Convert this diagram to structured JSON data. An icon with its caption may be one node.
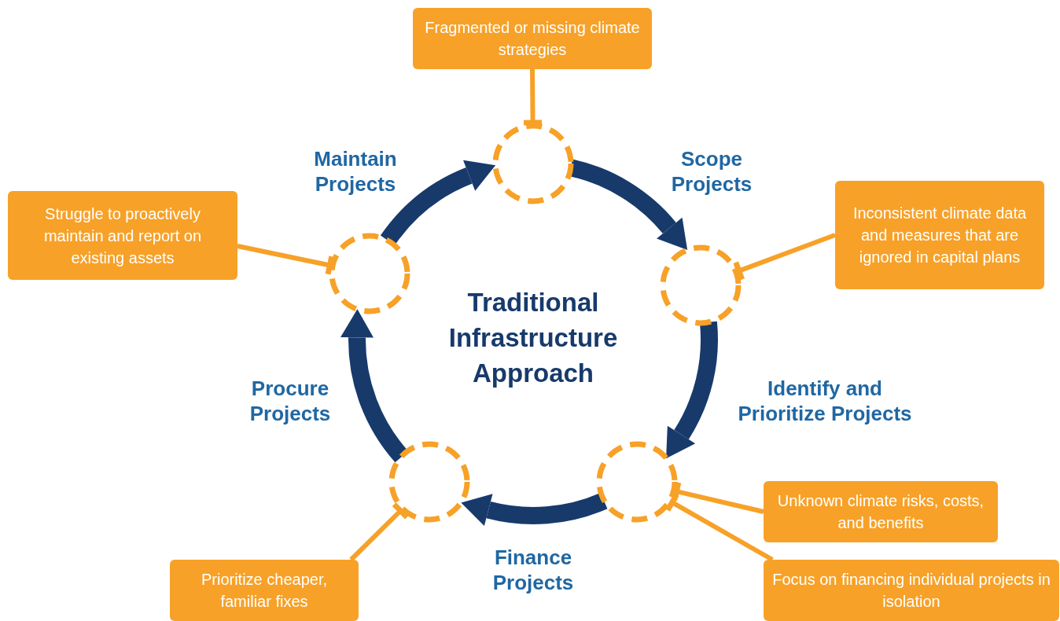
{
  "diagram": {
    "title": "Traditional Infrastructure Approach",
    "nodes": [
      {
        "text": [
          "Fragmented or missing climate strategies"
        ]
      },
      {
        "text": [
          "Inconsistent climate data and measures that are ignored in capital plans"
        ]
      },
      {
        "text": [
          "Unknown climate risks, costs, and benefits"
        ]
      },
      {
        "text": [
          "Focus on financing individual projects in isolation"
        ]
      },
      {
        "text": [
          "Prioritize cheaper, familiar fixes"
        ]
      },
      {
        "text": [
          "Struggle to proactively maintain and report on existing assets"
        ]
      },
      {
        "text": [],
        "shape": "circle"
      },
      {
        "text": [],
        "shape": "circle"
      },
      {
        "text": [],
        "shape": "circle"
      },
      {
        "text": [],
        "shape": "circle"
      },
      {
        "text": [],
        "shape": "circle"
      }
    ],
    "edges": [
      {
        "from": 6,
        "to": 8,
        "arrow": "to",
        "label": "Scope Projects",
        "style": "thick",
        "color": "#173a6b"
      },
      {
        "from": 8,
        "to": 10,
        "arrow": "to",
        "label": "Identify and Prioritize Projects",
        "style": "thick",
        "color": "#173a6b"
      },
      {
        "from": 10,
        "to": 9,
        "arrow": "to",
        "label": "Finance Projects",
        "style": "thick",
        "color": "#173a6b"
      },
      {
        "from": 9,
        "to": 7,
        "arrow": "to",
        "label": "Procure Projects",
        "style": "thick",
        "color": "#173a6b"
      },
      {
        "from": 7,
        "to": 6,
        "arrow": "to",
        "label": "Maintain Projects",
        "style": "thick",
        "color": "#173a6b"
      },
      {
        "from": 0,
        "to": 6,
        "arrow": "other"
      },
      {
        "from": 1,
        "to": 8,
        "arrow": "other"
      },
      {
        "from": 2,
        "to": 10,
        "arrow": "other"
      },
      {
        "from": 3,
        "to": 10,
        "arrow": "other"
      },
      {
        "from": 4,
        "to": 9,
        "arrow": "other"
      },
      {
        "from": 5,
        "to": 7,
        "arrow": "other"
      }
    ]
  }
}
